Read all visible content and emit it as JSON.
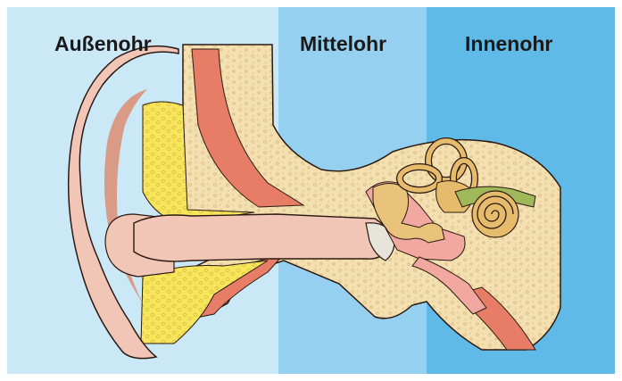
{
  "zones": {
    "outer": {
      "label": "Außenohr",
      "color": "#cbe8f7"
    },
    "middle": {
      "label": "Mittelohr",
      "color": "#96d0f0"
    },
    "inner": {
      "label": "Innenohr",
      "color": "#5fbae8"
    }
  },
  "palette": {
    "bone": "#f3dfb0",
    "bone_dots": "#d9b97a",
    "skin": "#f2c6b6",
    "skin_shade": "#d99a86",
    "cartilage": "#f7e65c",
    "muscle": "#e77d66",
    "ossicles": "#e9c37a",
    "nerve": "#9fb85a",
    "cochlea": "#e7bb6c",
    "eardrum": "#e7e4dc",
    "outline": "#2b1a12"
  }
}
